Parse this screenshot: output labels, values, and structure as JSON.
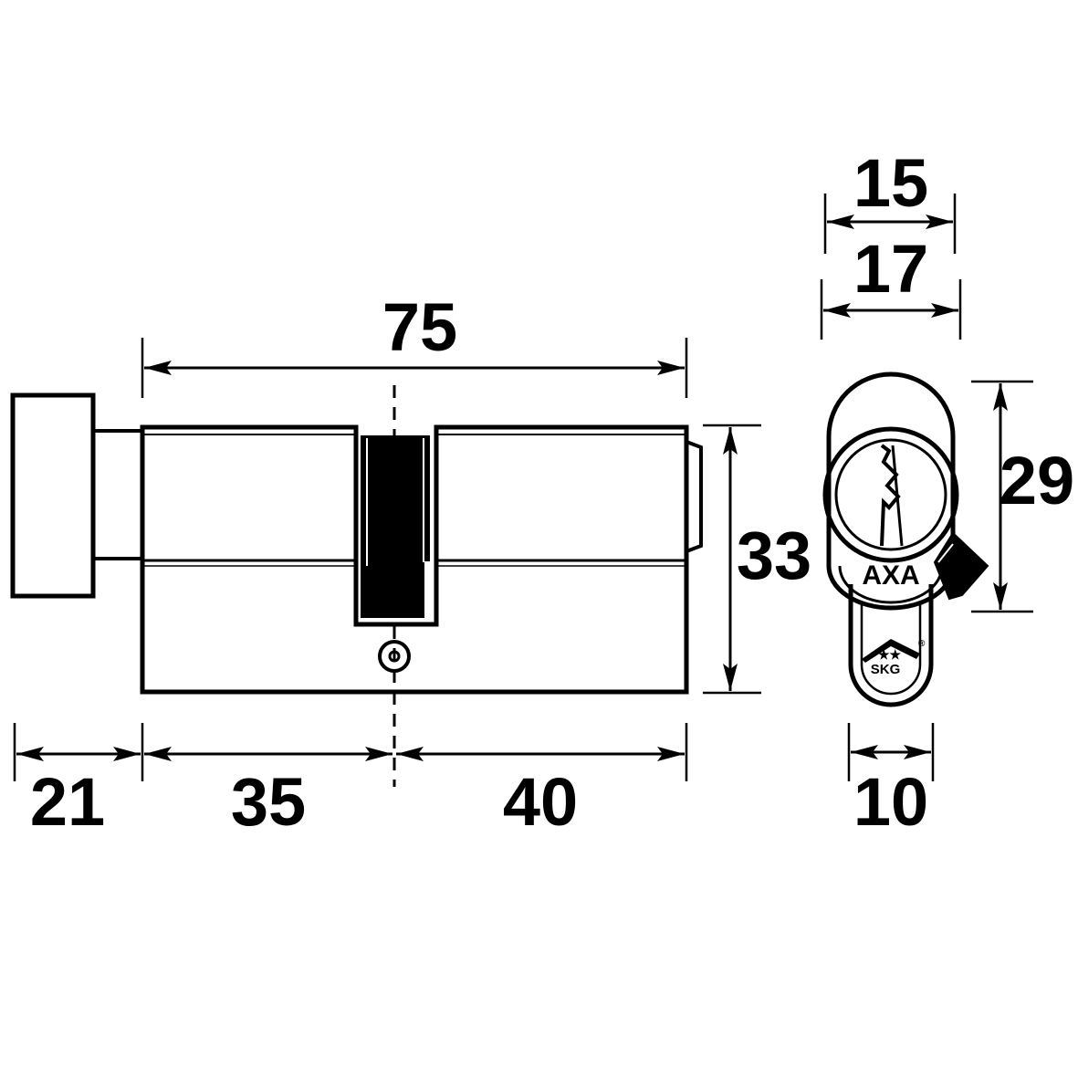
{
  "dimensions": {
    "total_length": "75",
    "knob_length": "21",
    "left_length": "35",
    "right_length": "40",
    "body_height": "33",
    "profile_width_top": "15",
    "profile_width_outer": "17",
    "profile_height": "29",
    "profile_bottom_width": "10"
  },
  "brand": {
    "name": "AXA",
    "certification": "SKG",
    "certification_stars": "★★",
    "registered_mark": "®"
  },
  "colors": {
    "ink": "#000000",
    "paper": "#ffffff"
  }
}
